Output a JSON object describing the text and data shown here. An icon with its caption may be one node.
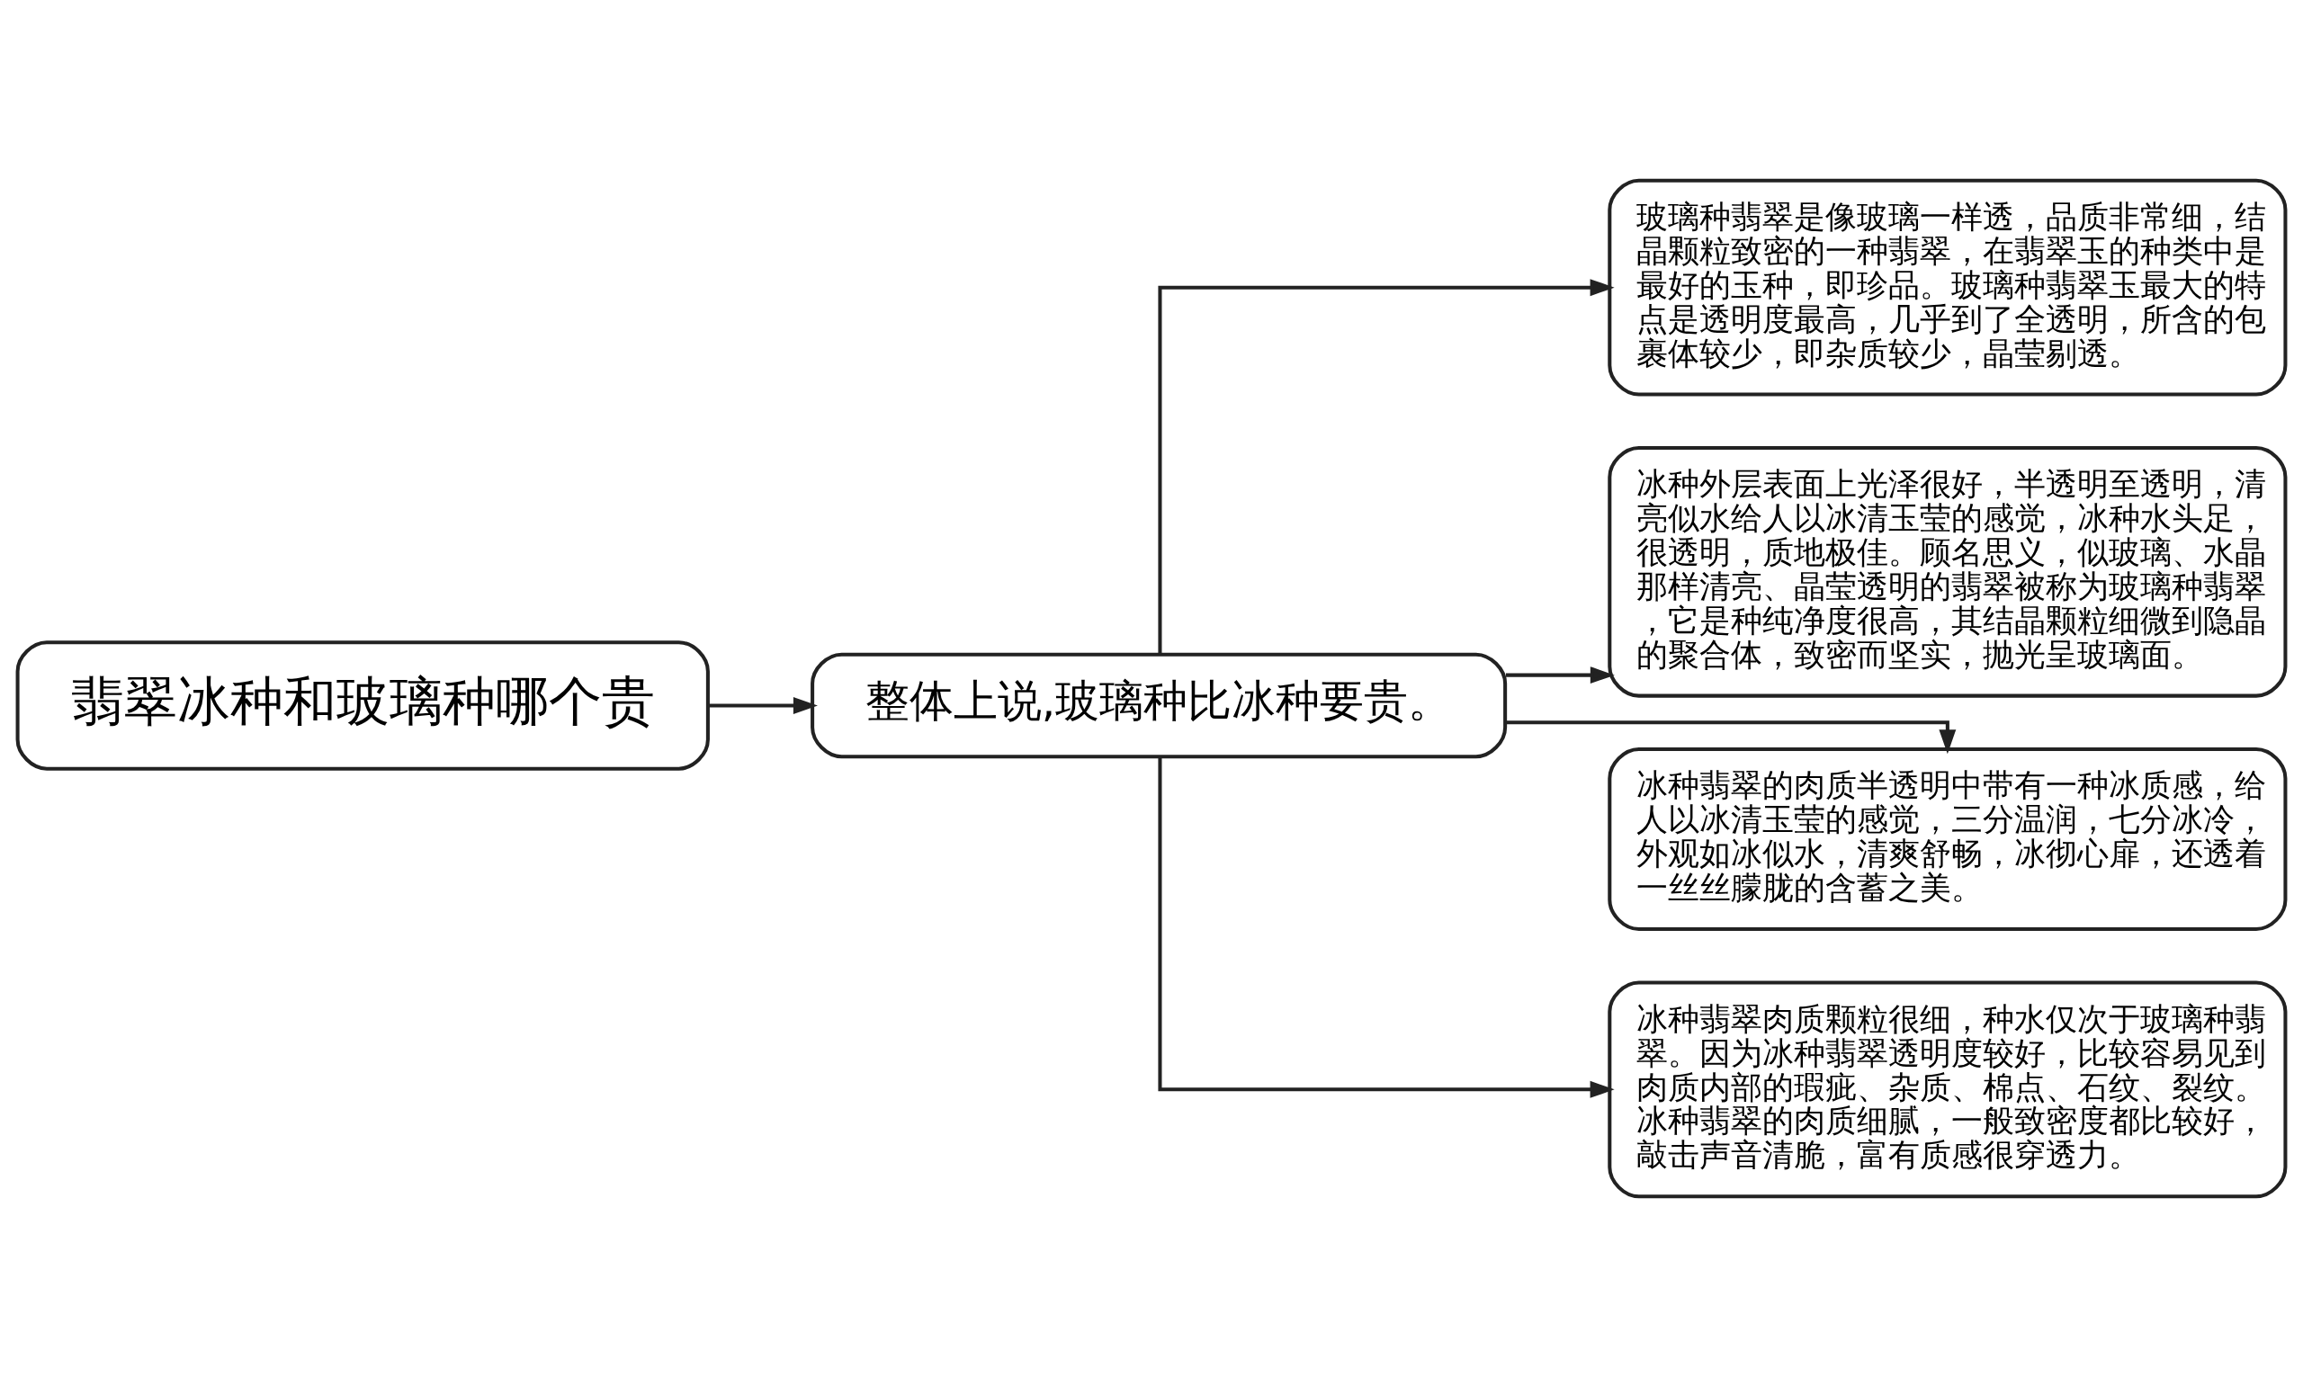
{
  "diagram": {
    "nodes": [
      {
        "text": [
          "翡翠冰种和玻璃种哪个贵"
        ]
      },
      {
        "text": [
          "整体上说,玻璃种比冰种要贵。"
        ]
      },
      {
        "text": [
          "玻璃种翡翠是像玻璃一样透，品质非常细，结晶颗粒致密的一种翡翠，在翡翠玉的种类中是最好的玉种，即珍品。玻璃种翡翠玉最大的特点是透明度最高，几乎到了全透明，所含的包裹体较少，即杂质较少，晶莹剔透。"
        ]
      },
      {
        "text": [
          "冰种外层表面上光泽很好，半透明至透明，清亮似水给人以冰清玉莹的感觉，冰种水头足，很透明，质地极佳。顾名思义，似玻璃、水晶那样清亮、晶莹透明的翡翠被称为玻璃种翡翠，它是种纯净度很高，其结晶颗粒细微到隐晶的聚合体，致密而坚实，抛光呈玻璃面。"
        ]
      },
      {
        "text": [
          "冰种翡翠的肉质半透明中带有一种冰质感，给人以冰清玉莹的感觉，三分温润，七分冰冷，外观如冰似水，清爽舒畅，冰彻心扉，还透着一丝丝朦胧的含蓄之美。"
        ]
      },
      {
        "text": [
          "冰种翡翠肉质颗粒很细，种水仅次于玻璃种翡翠。因为冰种翡翠透明度较好，比较容易见到肉质内部的瑕疵、杂质、棉点、石纹、裂纹。冰种翡翠的肉质细腻，一般致密度都比较好，敲击声音清脆，富有质感很穿透力。"
        ]
      }
    ],
    "edges": [
      {
        "from": 0,
        "to": 1,
        "arrow": "to"
      },
      {
        "from": 1,
        "to": 2,
        "arrow": "to"
      },
      {
        "from": 1,
        "to": 3,
        "arrow": "to"
      },
      {
        "from": 1,
        "to": 4,
        "arrow": "to"
      },
      {
        "from": 1,
        "to": 5,
        "arrow": "to"
      }
    ]
  }
}
